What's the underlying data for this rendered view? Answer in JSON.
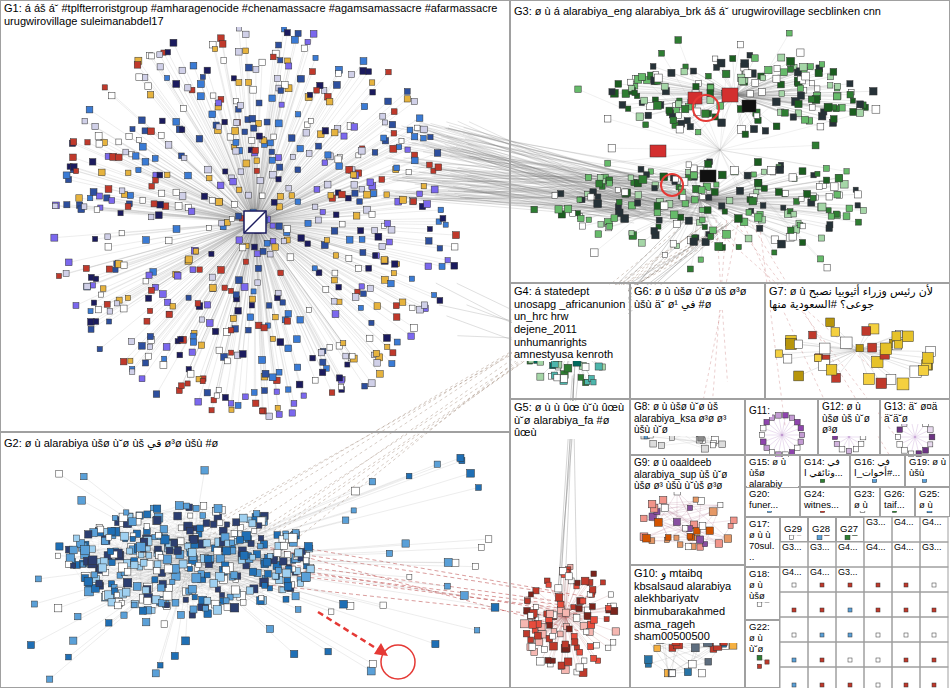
{
  "diagram": {
    "nodes": [
      {
        "text": [
          "G1: á áš á˘ #tplfterroristgroup #amharagenocide #chenamassacre #agamsamassacre #afarmassacre urugwirovillage suleimanabdel17"
        ]
      },
      {
        "text": [
          "G3: ø ù á alarabiya_eng alarabiya_brk áš á˘ urugwirovillage secblinken cnn"
        ]
      },
      {
        "text": [
          "G4: á statedept unosapg _africanunion un_hrc hrw dejene_2011 unhumanrights amnestyusa kenroth"
        ]
      },
      {
        "text": [
          "G6: ø ù ùšø ù˘ø ùš ø³ø ùšù ä˘ ø¹ في #ø"
        ]
      },
      {
        "text": [
          "G7: ø ù لأن رئيس وزراء أثيوبيا نصبح جوعى؟ #السعودية منها"
        ]
      },
      {
        "text": [
          "G2: ø ù alarabiya ùšø ù˘ø ùš قي ø³ø ùšù #ø"
        ]
      },
      {
        "text": [
          "G5: ø ù ù ûœ ù˘ù ûœù ù˘ø alarabiya_fa #ø ûœù"
        ]
      },
      {
        "text": [
          "G8: ø ù ùšø ù˘ø ùš alarabiya_ksa ø³ø ø³ ùšù ù˘ø"
        ]
      },
      {
        "text": [
          "G11:"
        ]
      },
      {
        "text": [
          "G12: ø ù ùšø ùš ù˘ø ø³ø"
        ]
      },
      {
        "text": [
          "G13: ä˘ ø¤ä ä˘ä˘ø"
        ]
      },
      {
        "text": [
          "G9: ø ù oaaldeeb alarabiya_sup ùš ù˘ø ùšø ø³ ùšù ù˘ùš ø³ø"
        ]
      },
      {
        "text": [
          "G15: ø ù ùšø alarabiy"
        ]
      },
      {
        "text": [
          "G14: في وثائقي ا..."
        ]
      },
      {
        "text": [
          "G16: في #أخوات_ا..."
        ]
      },
      {
        "text": [
          "G19: ø ù ùšù"
        ]
      },
      {
        "text": [
          "G20: funer..."
        ]
      },
      {
        "text": [
          "G24: witnes..."
        ]
      },
      {
        "text": [
          "G23: ø ù"
        ]
      },
      {
        "text": [
          "G26: taif..."
        ]
      },
      {
        "text": [
          "G25: ø ù"
        ]
      },
      {
        "text": [
          "G17: ø ù ù 70sul..."
        ]
      },
      {
        "text": [
          "G29"
        ]
      },
      {
        "text": [
          "G28"
        ]
      },
      {
        "text": [
          "G27"
        ]
      },
      {
        "text": [
          "G10: و mtaibq kbsalsaud alarabiya alekhbariyatv binmubarakahmed asma_rageh sham00500500"
        ]
      },
      {
        "text": [
          "G18: ø ù ùšø"
        ]
      },
      {
        "text": [
          "G22: ø ù ù˘ø"
        ]
      }
    ],
    "labels": [
      "G3...",
      "G4...",
      "G4...",
      "G3...",
      "G3...",
      "G4...",
      "G4...",
      "G4...",
      "G3...",
      "G4...",
      "G4...",
      "G3..."
    ]
  }
}
